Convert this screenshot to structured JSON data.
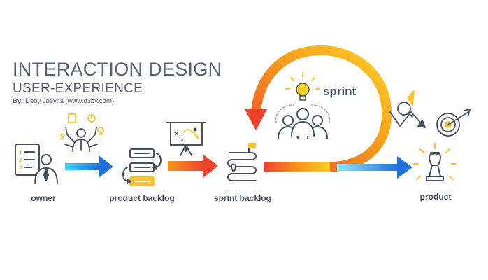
{
  "header": {
    "title": "INTERACTION DESIGN",
    "subtitle": "USER-EXPERIENCE",
    "byline_prefix": "By:",
    "byline_author": "Deby Joevita (www.d3by.com)"
  },
  "cycle": {
    "label": "sprint"
  },
  "steps": [
    {
      "label": "owner",
      "icon": "owner-icon"
    },
    {
      "label": "product backlog",
      "icon": "product-backlog-icon"
    },
    {
      "label": "sprint backlog",
      "icon": "sprint-backlog-icon"
    },
    {
      "label": "product",
      "icon": "chess-king-icon"
    }
  ],
  "colors": {
    "blue_start": "#3ad2f2",
    "blue_end": "#1f6fdc",
    "orange_start": "#f25a2a",
    "orange_mid": "#f7941d",
    "yellow": "#fcd225",
    "icon_gray": "#4a4f5c",
    "text_gray": "#5b6170",
    "accent_yellow": "#f9c22e"
  }
}
